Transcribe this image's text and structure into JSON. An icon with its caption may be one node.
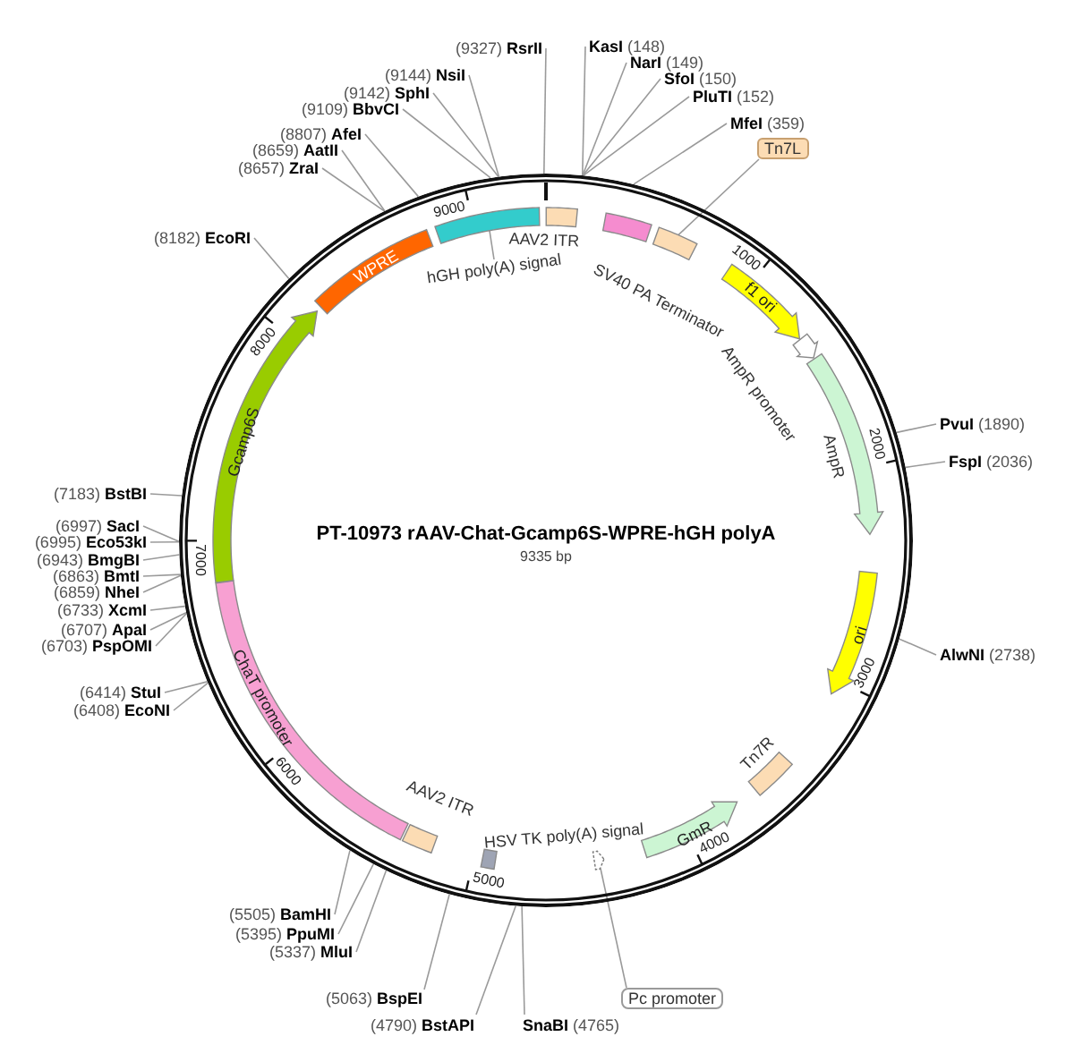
{
  "diagram": {
    "title": "PT-10973 rAAV-Chat-Gcamp6S-WPRE-hGH polyA",
    "nodes": [
      {
        "text": [],
        "shape": "circle"
      },
      {
        "text": [],
        "shape": "bar",
        "in": 0,
        "beside": [
          "AAV2 ITR"
        ]
      },
      {
        "text": [],
        "shape": "bar",
        "in": 0
      },
      {
        "text": [],
        "shape": "bar",
        "in": 0
      },
      {
        "text": [
          "f1 ori"
        ],
        "in": 0
      },
      {
        "text": [],
        "shape": "arrow",
        "in": 0,
        "beside": [
          "AmpR promoter"
        ]
      },
      {
        "text": [],
        "shape": "arrow",
        "in": 0,
        "beside": [
          "AmpR"
        ]
      },
      {
        "text": [
          "ori"
        ],
        "in": 0
      },
      {
        "text": [],
        "shape": "bar",
        "in": 0,
        "beside": [
          "Tn7R"
        ]
      },
      {
        "text": [
          "GmR"
        ],
        "in": 0
      },
      {
        "text": [],
        "shape": "arrow",
        "in": 0
      },
      {
        "text": [],
        "shape": "bar",
        "in": 0,
        "beside": [
          "HSV TK poly(A) signal"
        ]
      },
      {
        "text": [],
        "shape": "bar",
        "in": 0,
        "beside": [
          "AAV2 ITR"
        ]
      },
      {
        "text": [
          "ChaT promoter"
        ],
        "in": 0
      },
      {
        "text": [
          "Gcamp6S"
        ],
        "in": 0
      },
      {
        "text": [
          "WPRE"
        ],
        "in": 0
      },
      {
        "text": [],
        "shape": "bar",
        "in": 0
      },
      {
        "text": [
          "Tn7L"
        ]
      },
      {
        "text": [
          "Pc promoter"
        ]
      },
      {
        "text": [
          "hGH poly(A) signal"
        ],
        "in": 0
      },
      {
        "text": [
          "**KasI** (148)"
        ]
      },
      {
        "text": [
          "**NarI** (149)"
        ]
      },
      {
        "text": [
          "**SfoI** (150)"
        ]
      },
      {
        "text": [
          "**PluTI** (152)"
        ]
      },
      {
        "text": [
          "**MfeI** (359)"
        ]
      },
      {
        "text": [
          "**PvuI** (1890)"
        ]
      },
      {
        "text": [
          "**FspI** (2036)"
        ]
      },
      {
        "text": [
          "**AlwNI** (2738)"
        ]
      },
      {
        "text": [
          "**SnaBI** (4765)"
        ]
      },
      {
        "text": [
          "(4790) **BstAPI**"
        ]
      },
      {
        "text": [
          "(5063) **BspEI**"
        ]
      },
      {
        "text": [
          "(5337) **MluI**"
        ]
      },
      {
        "text": [
          "(5395) **PpuMI**"
        ]
      },
      {
        "text": [
          "(5505) **BamHI**"
        ]
      },
      {
        "text": [
          "(6408) **EcoNI**"
        ]
      },
      {
        "text": [
          "(6414) **StuI**"
        ]
      },
      {
        "text": [
          "(6703) **PspOMI**"
        ]
      },
      {
        "text": [
          "(6707) **ApaI**"
        ]
      },
      {
        "text": [
          "(6733) **XcmI**"
        ]
      },
      {
        "text": [
          "(6859) **NheI**"
        ]
      },
      {
        "text": [
          "(6863) **BmtI**"
        ]
      },
      {
        "text": [
          "(6943) **BmgBI**"
        ]
      },
      {
        "text": [
          "(6995) **Eco53kI**"
        ]
      },
      {
        "text": [
          "(6997) **SacI**"
        ]
      },
      {
        "text": [
          "(7183) **BstBI**"
        ]
      },
      {
        "text": [
          "(8182) **EcoRI**"
        ]
      },
      {
        "text": [
          "(8657) **ZraI**"
        ]
      },
      {
        "text": [
          "(8659) **AatII**"
        ]
      },
      {
        "text": [
          "(8807) **AfeI**"
        ]
      },
      {
        "text": [
          "(9109) **BbvCI**"
        ]
      },
      {
        "text": [
          "(9142) **SphI**"
        ]
      },
      {
        "text": [
          "(9144) **NsiI**"
        ]
      },
      {
        "text": [
          "(9327) **RsrII**"
        ]
      }
    ],
    "edges": [
      {
        "from": 17,
        "to": 3,
        "arrow": "none"
      },
      {
        "from": 18,
        "to": 10,
        "arrow": "none"
      },
      {
        "from": 19,
        "to": 16,
        "arrow": "none"
      },
      {
        "from": 20,
        "to": 0,
        "arrow": "none"
      },
      {
        "from": 21,
        "to": 0,
        "arrow": "none"
      },
      {
        "from": 22,
        "to": 0,
        "arrow": "none"
      },
      {
        "from": 23,
        "to": 0,
        "arrow": "none"
      },
      {
        "from": 24,
        "to": 0,
        "arrow": "none"
      },
      {
        "from": 25,
        "to": 0,
        "arrow": "none"
      },
      {
        "from": 26,
        "to": 0,
        "arrow": "none"
      },
      {
        "from": 27,
        "to": 0,
        "arrow": "none"
      },
      {
        "from": 28,
        "to": 0,
        "arrow": "none"
      },
      {
        "from": 29,
        "to": 0,
        "arrow": "none"
      },
      {
        "from": 30,
        "to": 0,
        "arrow": "none"
      },
      {
        "from": 31,
        "to": 0,
        "arrow": "none"
      },
      {
        "from": 32,
        "to": 0,
        "arrow": "none"
      },
      {
        "from": 33,
        "to": 0,
        "arrow": "none"
      },
      {
        "from": 34,
        "to": 0,
        "arrow": "none"
      },
      {
        "from": 35,
        "to": 0,
        "arrow": "none"
      },
      {
        "from": 36,
        "to": 0,
        "arrow": "none"
      },
      {
        "from": 37,
        "to": 0,
        "arrow": "none"
      },
      {
        "from": 38,
        "to": 0,
        "arrow": "none"
      },
      {
        "from": 39,
        "to": 0,
        "arrow": "none"
      },
      {
        "from": 40,
        "to": 0,
        "arrow": "none"
      },
      {
        "from": 41,
        "to": 0,
        "arrow": "none"
      },
      {
        "from": 42,
        "to": 0,
        "arrow": "none"
      },
      {
        "from": 43,
        "to": 0,
        "arrow": "none"
      },
      {
        "from": 44,
        "to": 0,
        "arrow": "none"
      },
      {
        "from": 45,
        "to": 0,
        "arrow": "none"
      },
      {
        "from": 46,
        "to": 0,
        "arrow": "none"
      },
      {
        "from": 47,
        "to": 0,
        "arrow": "none"
      },
      {
        "from": 48,
        "to": 0,
        "arrow": "none"
      },
      {
        "from": 49,
        "to": 0,
        "arrow": "none"
      },
      {
        "from": 50,
        "to": 0,
        "arrow": "none"
      },
      {
        "from": 51,
        "to": 0,
        "arrow": "none"
      },
      {
        "from": 52,
        "to": 0,
        "arrow": "none"
      }
    ],
    "labels": [
      "SV40 PA Terminator",
      "9335 bp",
      "1000",
      "2000",
      "3000",
      "4000",
      "5000",
      "6000",
      "7000",
      "8000",
      "9000"
    ]
  }
}
